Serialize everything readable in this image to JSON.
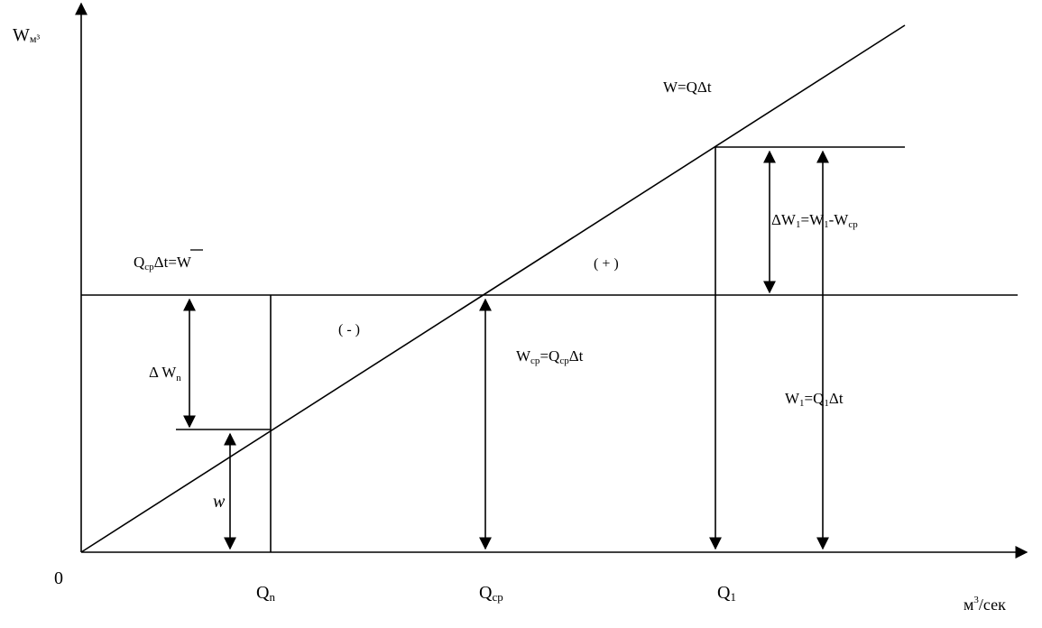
{
  "labels": {
    "y_axis": "W",
    "y_axis_sub": "м³",
    "origin": "0",
    "x_axis_unit": "м",
    "x_axis_unit_sup": "3",
    "x_axis_unit_rest": "/сек",
    "line_eq": "W=QΔt",
    "avg_level_main": "Q",
    "avg_level_sub": "ср",
    "avg_level_rest": "Δt=",
    "avg_level_wbar": "W",
    "delta_w1_a": "ΔW",
    "delta_w1_b": "1",
    "delta_w1_c": "=W",
    "delta_w1_d": "1",
    "delta_w1_e": "-W",
    "delta_w1_f": "ср",
    "plus_zone": "( + )",
    "minus_zone": "( - )",
    "delta_wn_a": "Δ W",
    "delta_wn_b": "n",
    "wcp_a": "W",
    "wcp_b": "ср",
    "wcp_c": "=Q",
    "wcp_d": "ср",
    "wcp_e": "Δt",
    "w1_a": "W",
    "w1_b": "1",
    "w1_c": "=Q",
    "w1_d": "1",
    "w1_e": "Δt",
    "small_w": "w",
    "qn_a": "Q",
    "qn_b": "n",
    "qcp_a": "Q",
    "qcp_b": "ср",
    "q1_a": "Q",
    "q1_b": "1"
  },
  "colors": {
    "ink": "#000000",
    "paper": "#ffffff"
  }
}
